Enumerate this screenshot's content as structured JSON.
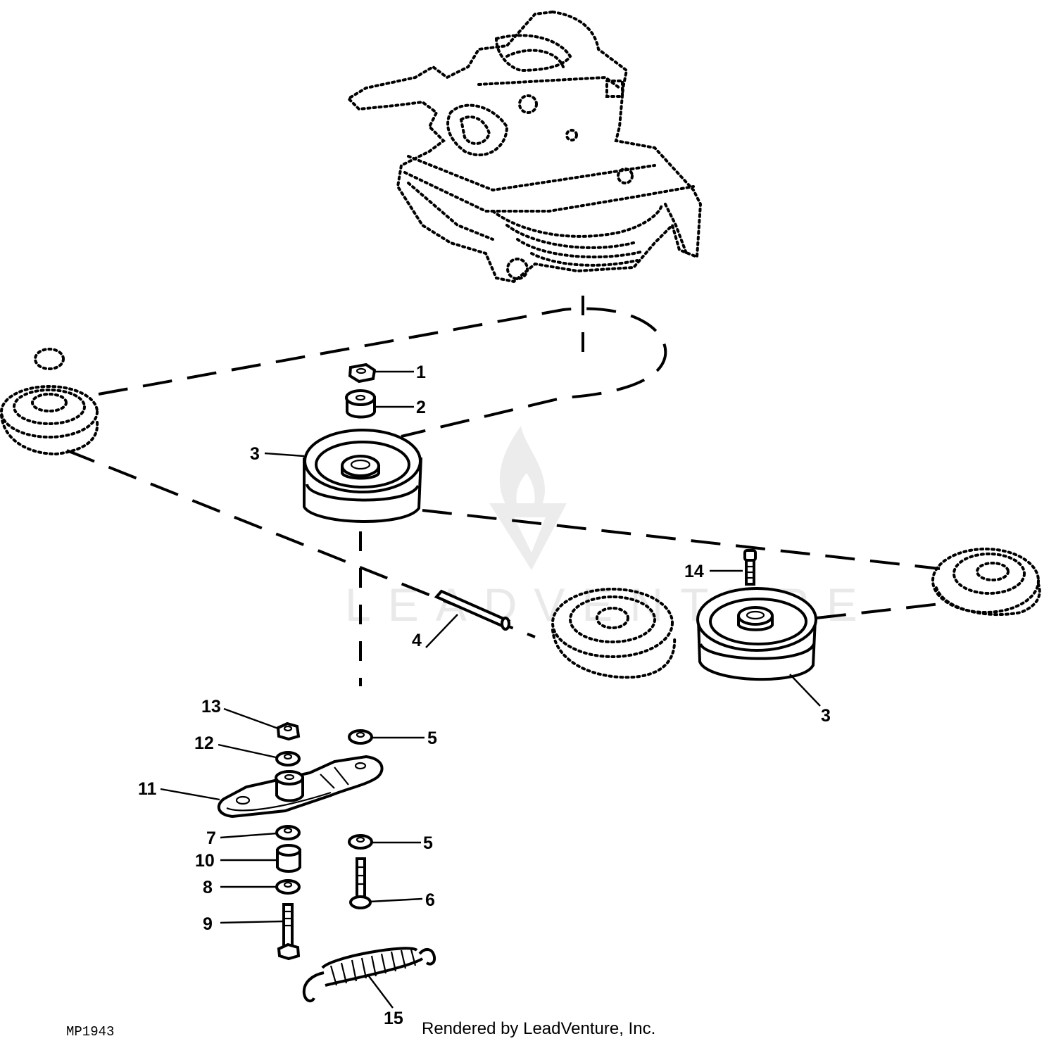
{
  "diagram": {
    "title": "Idler pulley / belt tensioner exploded parts view",
    "figure_code": "MP1943",
    "credit": "Rendered by LeadVenture, Inc.",
    "watermark": "LEADVENTURE",
    "colors": {
      "line": "#000000",
      "background": "#ffffff",
      "watermark": "#e9e9e9"
    },
    "reference_parts": [
      {
        "name": "engine",
        "style": "dotted"
      },
      {
        "name": "left-deck-pulley",
        "style": "dotted"
      },
      {
        "name": "center-deck-pulley",
        "style": "dotted"
      },
      {
        "name": "right-deck-pulley",
        "style": "dotted"
      },
      {
        "name": "drive-belt",
        "style": "dashed"
      }
    ],
    "callouts": [
      {
        "id": "1",
        "label": "1",
        "part": "Nut"
      },
      {
        "id": "2",
        "label": "2",
        "part": "Spacer"
      },
      {
        "id": "3a",
        "label": "3",
        "part": "Idler pulley (upper)"
      },
      {
        "id": "3b",
        "label": "3",
        "part": "Idler pulley (right)"
      },
      {
        "id": "4",
        "label": "4",
        "part": "Pin"
      },
      {
        "id": "5a",
        "label": "5",
        "part": "Washer (upper)"
      },
      {
        "id": "5b",
        "label": "5",
        "part": "Washer (lower)"
      },
      {
        "id": "6",
        "label": "6",
        "part": "Bolt"
      },
      {
        "id": "7",
        "label": "7",
        "part": "Washer"
      },
      {
        "id": "8",
        "label": "8",
        "part": "Washer"
      },
      {
        "id": "9",
        "label": "9",
        "part": "Bolt"
      },
      {
        "id": "10",
        "label": "10",
        "part": "Bushing"
      },
      {
        "id": "11",
        "label": "11",
        "part": "Idler arm"
      },
      {
        "id": "12",
        "label": "12",
        "part": "Washer"
      },
      {
        "id": "13",
        "label": "13",
        "part": "Nut"
      },
      {
        "id": "14",
        "label": "14",
        "part": "Bolt"
      },
      {
        "id": "15",
        "label": "15",
        "part": "Spring"
      }
    ]
  }
}
